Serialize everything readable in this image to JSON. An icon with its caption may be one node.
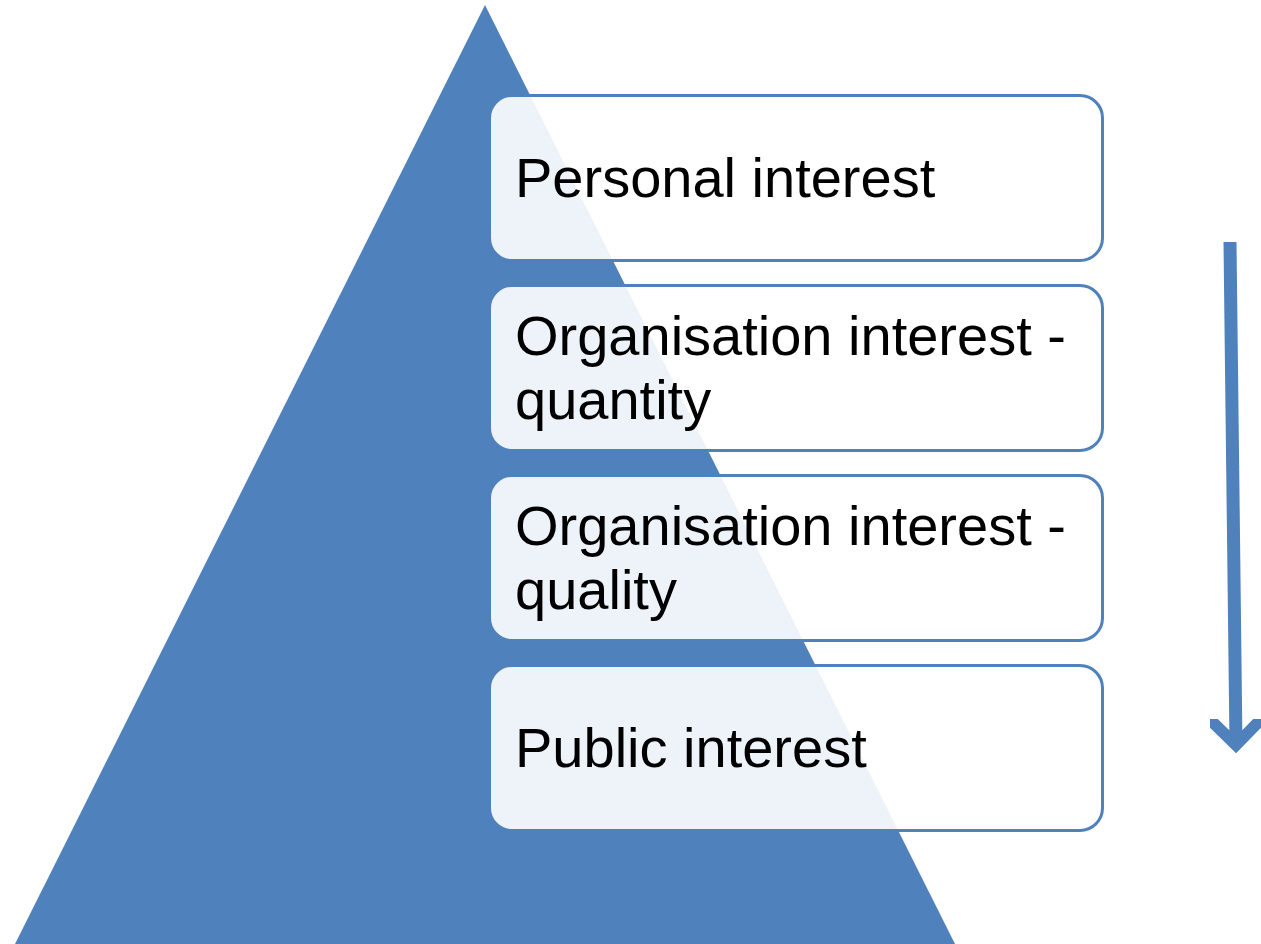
{
  "diagram": {
    "nodes": [
      {
        "text": [
          "Personal interest"
        ]
      },
      {
        "text": [
          "Organisation interest - quantity"
        ]
      },
      {
        "text": [
          "Organisation interest - quality"
        ]
      },
      {
        "text": [
          "Public interest"
        ]
      }
    ]
  }
}
